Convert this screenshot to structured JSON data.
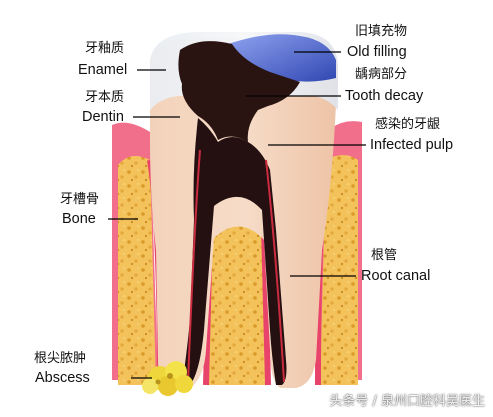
{
  "labels": {
    "enamel": {
      "zh": "牙釉质",
      "en": "Enamel"
    },
    "dentin": {
      "zh": "牙本质",
      "en": "Dentin"
    },
    "bone": {
      "zh": "牙槽骨",
      "en": "Bone"
    },
    "abscess": {
      "zh": "根尖脓肿",
      "en": "Abscess"
    },
    "old_filling": {
      "zh": "旧填充物",
      "en": "Old filling"
    },
    "tooth_decay": {
      "zh": "龋病部分",
      "en": "Tooth decay"
    },
    "infected_pulp": {
      "zh": "感染的牙龈",
      "en": "Infected pulp"
    },
    "root_canal": {
      "zh": "根管",
      "en": "Root canal"
    }
  },
  "watermark": "头条号 / 泉州口腔科吴医生",
  "colors": {
    "enamel": "#e6eaef",
    "dentin": "#f2ccb0",
    "decay": "#2a1412",
    "filling": "#4f66c9",
    "gum": "#f06a86",
    "bone": "#f4c25a",
    "pulp_red": "#d8364c",
    "abscess": "#f0d83a"
  }
}
